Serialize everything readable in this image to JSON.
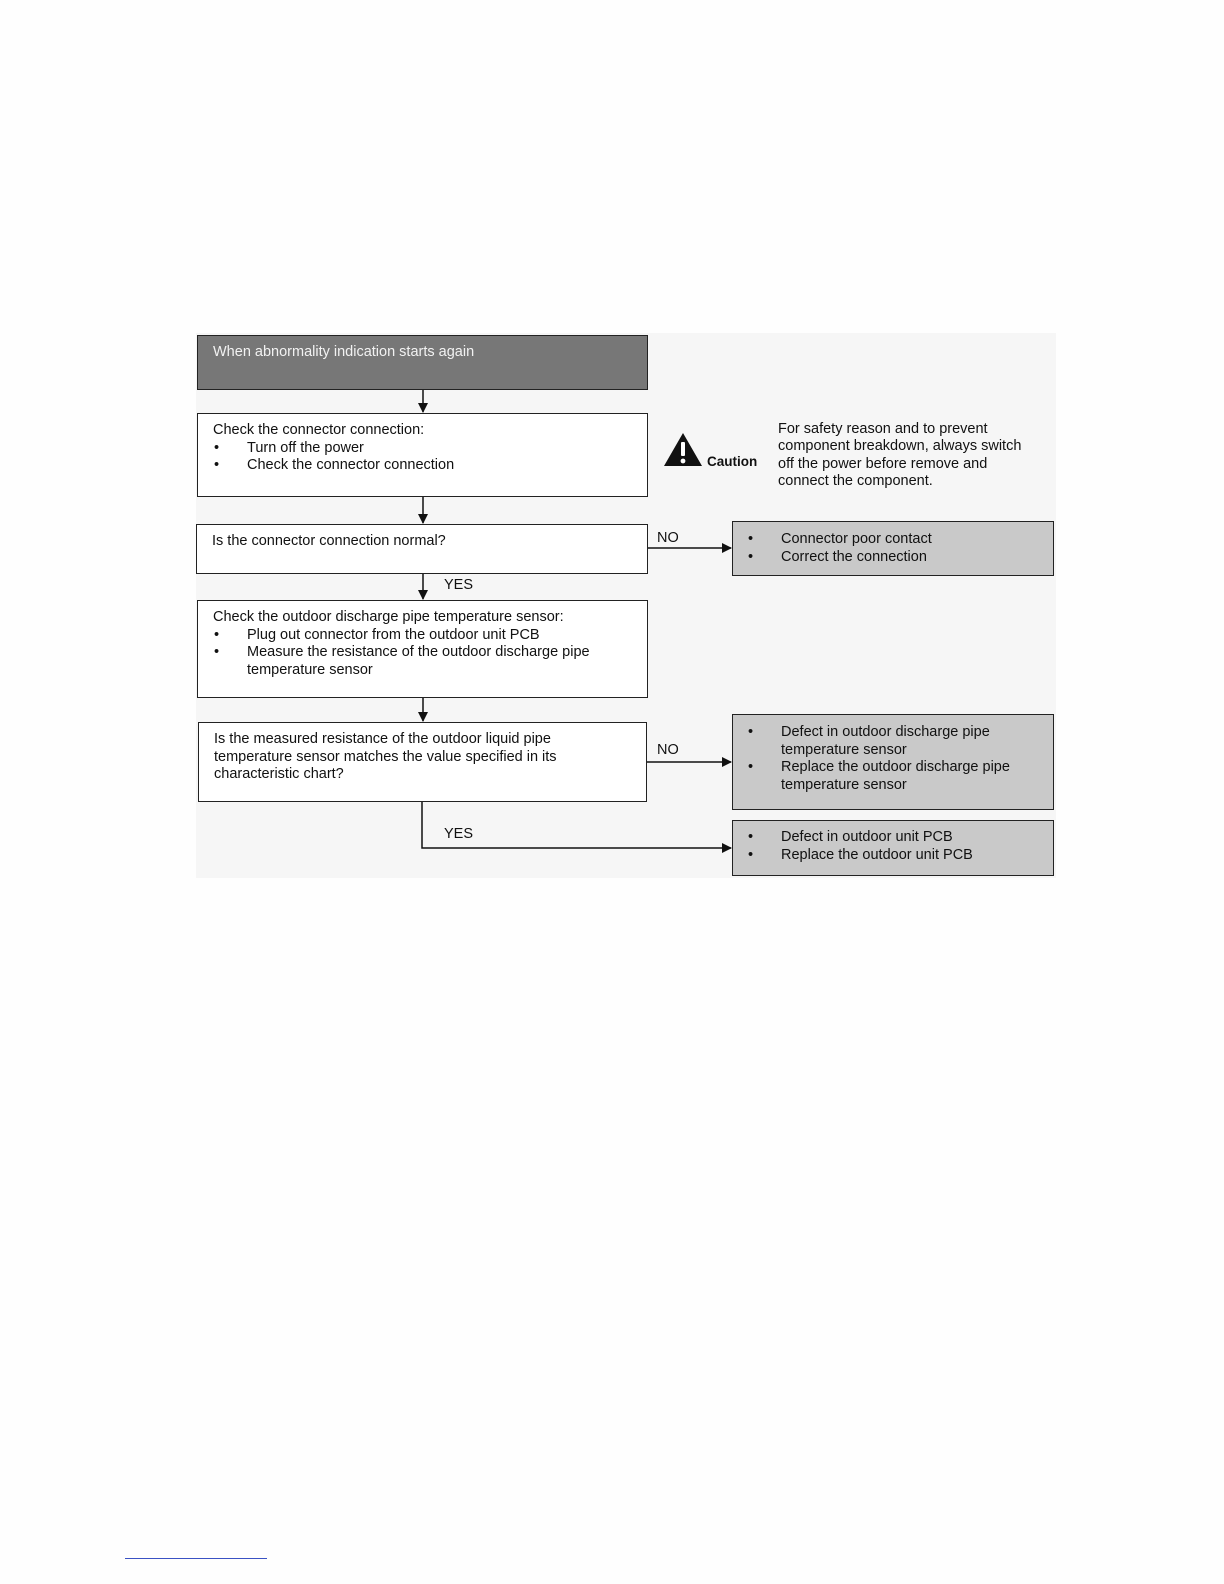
{
  "nodes": {
    "start": {
      "text": "When abnormality indication starts again"
    },
    "check_connector": {
      "title": "Check the connector connection:",
      "items": [
        "Turn off the power",
        "Check the connector connection"
      ]
    },
    "q_connector_normal": {
      "text": "Is the connector connection normal?"
    },
    "result_poor_contact": {
      "items": [
        "Connector poor contact",
        "Correct the connection"
      ]
    },
    "check_sensor": {
      "title": "Check the outdoor discharge pipe temperature sensor:",
      "items": [
        "Plug out connector from the outdoor unit PCB",
        "Measure the resistance of the outdoor discharge pipe temperature sensor"
      ]
    },
    "q_resistance": {
      "text": "Is the measured resistance of the outdoor liquid pipe temperature sensor matches the value specified in its characteristic chart?"
    },
    "result_sensor_defect": {
      "items": [
        "Defect in outdoor discharge pipe temperature sensor",
        "Replace the outdoor discharge pipe temperature sensor"
      ]
    },
    "result_pcb_defect": {
      "items": [
        "Defect in outdoor unit PCB",
        "Replace the outdoor unit PCB"
      ]
    }
  },
  "edge_labels": {
    "no_1": "NO",
    "yes_1": "YES",
    "no_2": "NO",
    "yes_2": "YES"
  },
  "caution": {
    "label": "Caution",
    "icon": "warning-triangle-icon",
    "note": "For safety reason and to prevent component breakdown, always switch off the power before remove and connect the component."
  },
  "colors": {
    "start_fill": "#777777",
    "result_fill": "#c9c9c9"
  }
}
